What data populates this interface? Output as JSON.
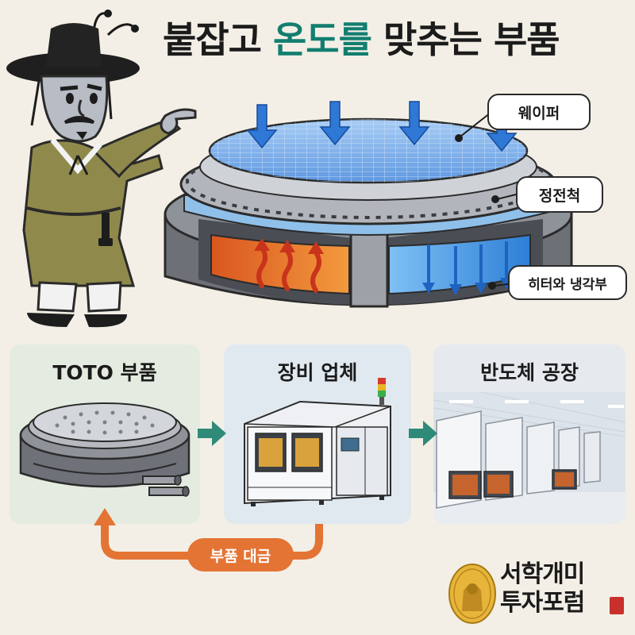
{
  "title": {
    "part1": "붙잡고 ",
    "part2": "온도를",
    "part3": " 맞추는 부품",
    "accent_color": "#127e70"
  },
  "callouts": {
    "wafer": "웨이퍼",
    "chuck": "정전척",
    "heater_cooler": "히터와 냉각부"
  },
  "panels": [
    {
      "title": "TOTO 부품"
    },
    {
      "title": "장비 업체"
    },
    {
      "title": "반도체 공장"
    }
  ],
  "payment": {
    "label": "부품 대금",
    "color": "#e47434"
  },
  "brand": {
    "line1": "서학개미",
    "line2": "투자포럼"
  },
  "colors": {
    "background": "#f3efe6",
    "flow_arrow": "#2f8a78",
    "heat": "#e35a2a",
    "cool": "#3c8ee0"
  }
}
